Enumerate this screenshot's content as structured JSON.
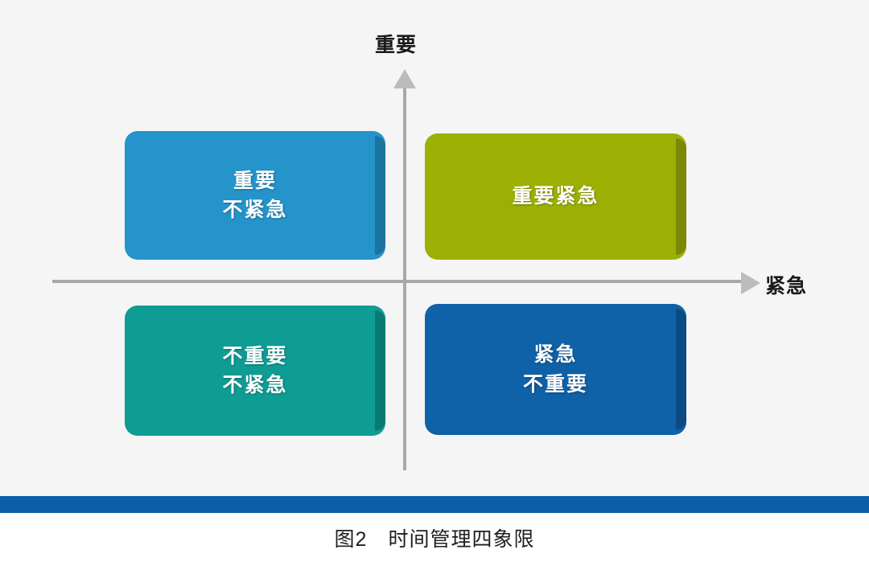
{
  "figure": {
    "background_color": "#f5f5f5",
    "axes": {
      "y_label": "重要",
      "x_label": "紧急",
      "axis_color": "#a8a8a8",
      "arrow_color": "#bcbcbc"
    },
    "quadrants": [
      {
        "id": "important-not-urgent",
        "position": "top-left",
        "lines": [
          "重要",
          "不紧急"
        ],
        "color": "#2494cb",
        "text_color": "#ffffff"
      },
      {
        "id": "important-urgent",
        "position": "top-right",
        "lines": [
          "重要紧急"
        ],
        "color": "#9cb004",
        "text_color": "#ffffff"
      },
      {
        "id": "not-important-not-urgent",
        "position": "bottom-left",
        "lines": [
          "不重要",
          "不紧急"
        ],
        "color": "#0f9c94",
        "text_color": "#ffffff"
      },
      {
        "id": "urgent-not-important",
        "position": "bottom-right",
        "lines": [
          "紧急",
          "不重要"
        ],
        "color": "#0f61a8",
        "text_color": "#ffffff"
      }
    ]
  },
  "footer": {
    "rule_color": "#0a5ea8",
    "caption": "图2　时间管理四象限"
  },
  "chart_data": {
    "type": "table",
    "title": "图2　时间管理四象限",
    "xlabel": "紧急",
    "ylabel": "重要",
    "grid": false,
    "legend": "none",
    "categories": [
      "重要 不紧急",
      "重要紧急",
      "不重要 不紧急",
      "紧急 不重要"
    ],
    "quadrant_matrix": [
      {
        "quadrant": "top-left",
        "important": true,
        "urgent": false,
        "label": "重要\n不紧急",
        "color": "#2494cb"
      },
      {
        "quadrant": "top-right",
        "important": true,
        "urgent": true,
        "label": "重要紧急",
        "color": "#9cb004"
      },
      {
        "quadrant": "bottom-left",
        "important": false,
        "urgent": false,
        "label": "不重要\n不紧急",
        "color": "#0f9c94"
      },
      {
        "quadrant": "bottom-right",
        "important": false,
        "urgent": true,
        "label": "紧急\n不重要",
        "color": "#0f61a8"
      }
    ]
  }
}
